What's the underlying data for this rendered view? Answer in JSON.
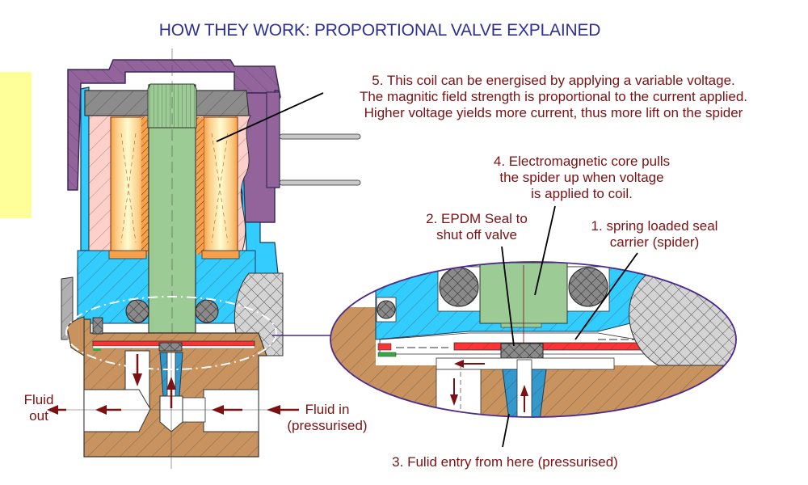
{
  "title": "HOW THEY WORK: PROPORTIONAL VALVE EXPLAINED",
  "colors": {
    "title": "#2e3192",
    "label_text": "#7b1113",
    "housing_purple": "#93649c",
    "body_brass": "#c8935e",
    "coil_pink": "#fdd0cb",
    "core_green": "#9dcb96",
    "seal_blue": "#33ccff",
    "spider_red": "#ff3333",
    "cap_gray": "#8c8c8c",
    "yellow_tab": "#ffff99"
  },
  "annotations": {
    "coil": {
      "line1": "5. This coil can be energised by applying a variable voltage.",
      "line2": "The magnitic field strength is proportional to the current applied.",
      "line3": "Higher voltage yields more current, thus more lift on the spider"
    },
    "core": {
      "line1": "4. Electromagnetic core pulls",
      "line2": "the spider up when voltage",
      "line3": "is applied to coil."
    },
    "seal": {
      "line1": "2. EPDM Seal to",
      "line2": "shut off valve"
    },
    "spider": {
      "line1": "1. spring loaded seal",
      "line2": "carrier (spider)"
    },
    "entry": {
      "line1": "3. Fulid entry from here (pressurised)"
    },
    "fluid_out": {
      "line1": "Fluid",
      "line2": "out"
    },
    "fluid_in": {
      "line1": "Fluid in",
      "line2": "(pressurised)"
    }
  }
}
